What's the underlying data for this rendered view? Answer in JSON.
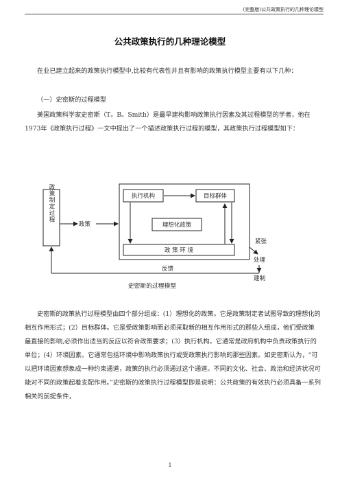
{
  "header": {
    "text": "(完整版)公共政策执行的几种理论模型"
  },
  "title": "公共政策执行的几种理论模型",
  "intro": "在业已建立起来的政策执行模型中,比较有代表性并且有影响的政策执行模型主要有以下几种：",
  "section1": {
    "heading": "（一）史密斯的过程模型",
    "para": "美国政策科学家史密斯（T。B。Smith）是最早建构影响政策执行因素及其过程模型的学者，他在1973年《政策执行过程》一文中提出了一个描述政策执行过程的模型，其政策执行过程模型如下："
  },
  "diagram": {
    "left_box": "政策制定过程",
    "policy_label": "政策",
    "exec_org": "执行机构",
    "target_group": "目标群体",
    "idealized": "理想化政策",
    "environment": "政 策 环 境",
    "tension": "紧张",
    "handling": "处理",
    "feedback": "反馈",
    "establish": "建制",
    "caption": "史密斯的过程模型"
  },
  "body_para": "史密斯的政策执行过程模型由四个部分组成：(1）理想化的政策。它是政策制定者试图导致的理想化的相互作用形式；(2）目标群体。它是受政策影响而必须采取新的相互作用形式的那些人组成，他们受政策最直接的影响,必须作出适当的反应以符合政策要求；(3）执行机构。它通常是政府机构中负责政策执行的单位；(4）环境因素。它通常包括环境中影响政策执行或受政策执行影响的那些因素。如史密斯认为，“可以把环境因素想象成一种约束通道，政策的执行必须通过这个通道。不同的文化、社会、政治和经济状况可能对不同的政策起着支配作用。”史密斯的政策执行过程模型即是说明：公共政策的有效执行必须具备一系列相关的前提条件，",
  "page_number": "1"
}
